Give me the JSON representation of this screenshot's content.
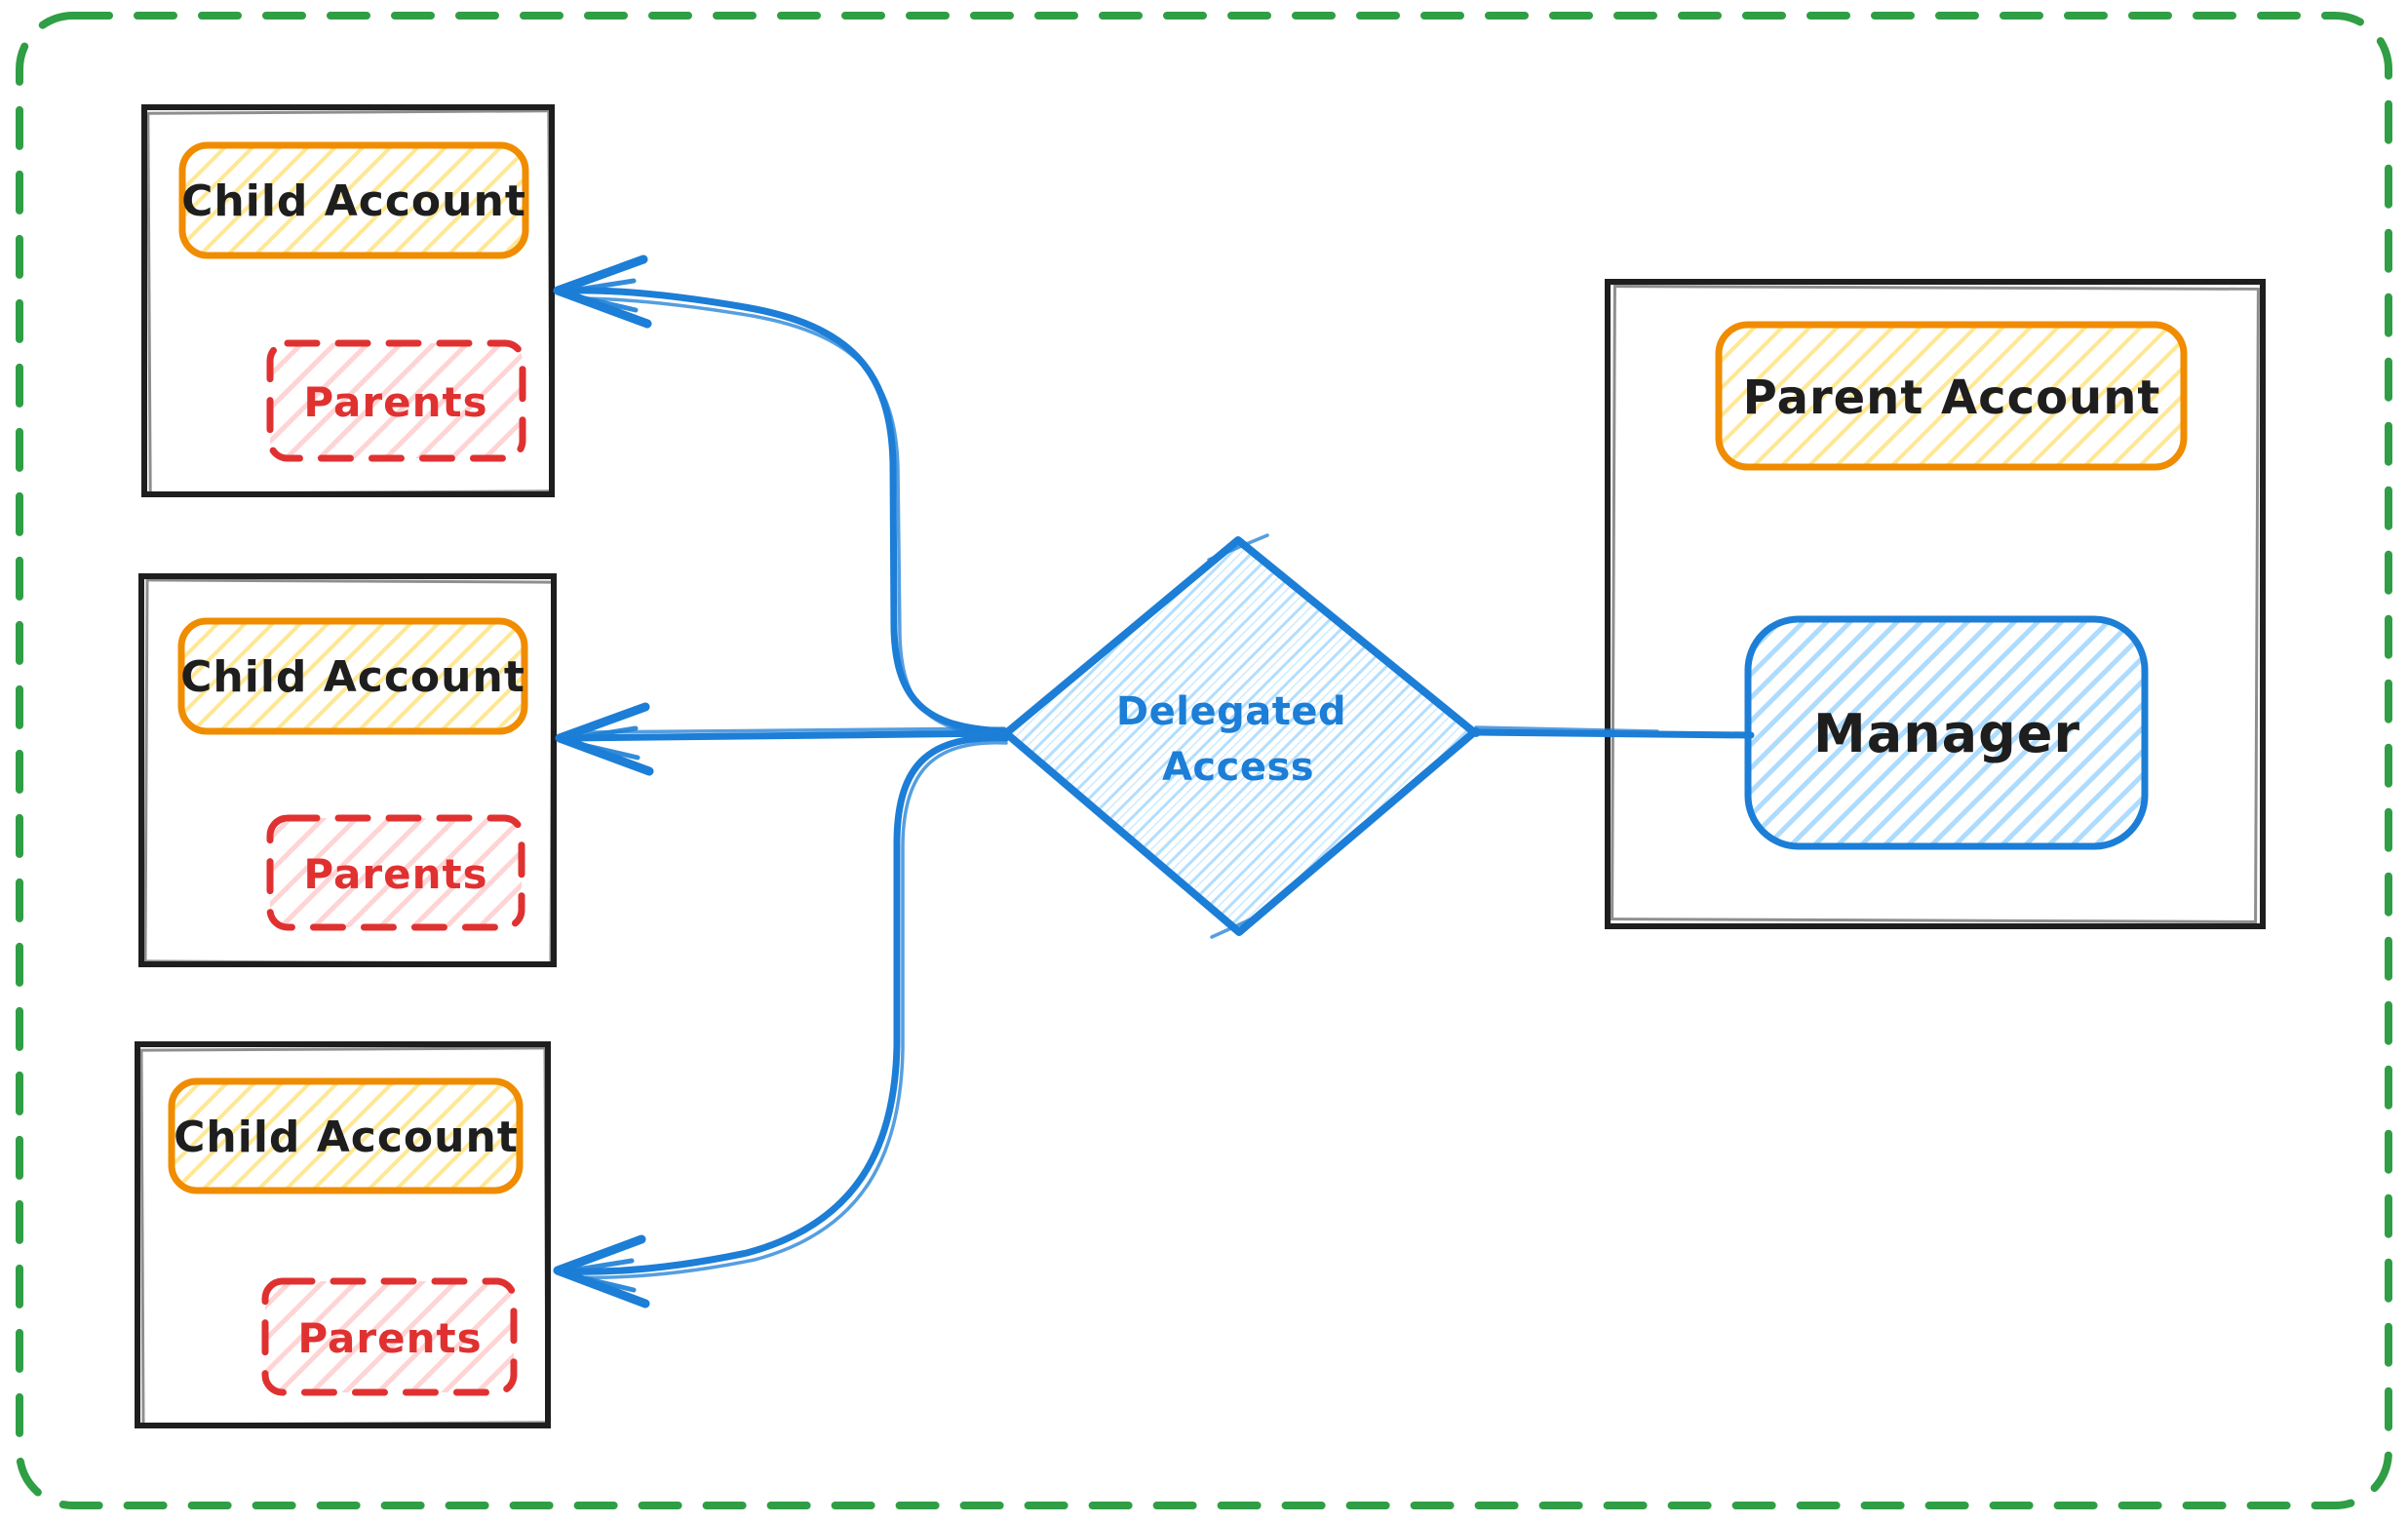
{
  "canvas": {
    "type": "hand-drawn-diagram",
    "border_color": "#2f9e44",
    "background": "#ffffff"
  },
  "colors": {
    "ink_black": "#1e1e1e",
    "blue_stroke": "#1c7ed6",
    "blue_fill": "#a5d8ff",
    "orange_stroke": "#f08c00",
    "yellow_fill": "#ffd43b",
    "red_stroke": "#e03131",
    "pink_fill": "#ffc9c9",
    "green_border": "#2f9e44"
  },
  "diagram": {
    "child_accounts": [
      {
        "label": "Child Account",
        "sublabel": "Parents"
      },
      {
        "label": "Child Account",
        "sublabel": "Parents"
      },
      {
        "label": "Child Account",
        "sublabel": "Parents"
      }
    ],
    "decision": {
      "line1": "Delegated",
      "line2": "Access"
    },
    "parent_account": {
      "label": "Parent Account",
      "manager": "Manager"
    }
  }
}
